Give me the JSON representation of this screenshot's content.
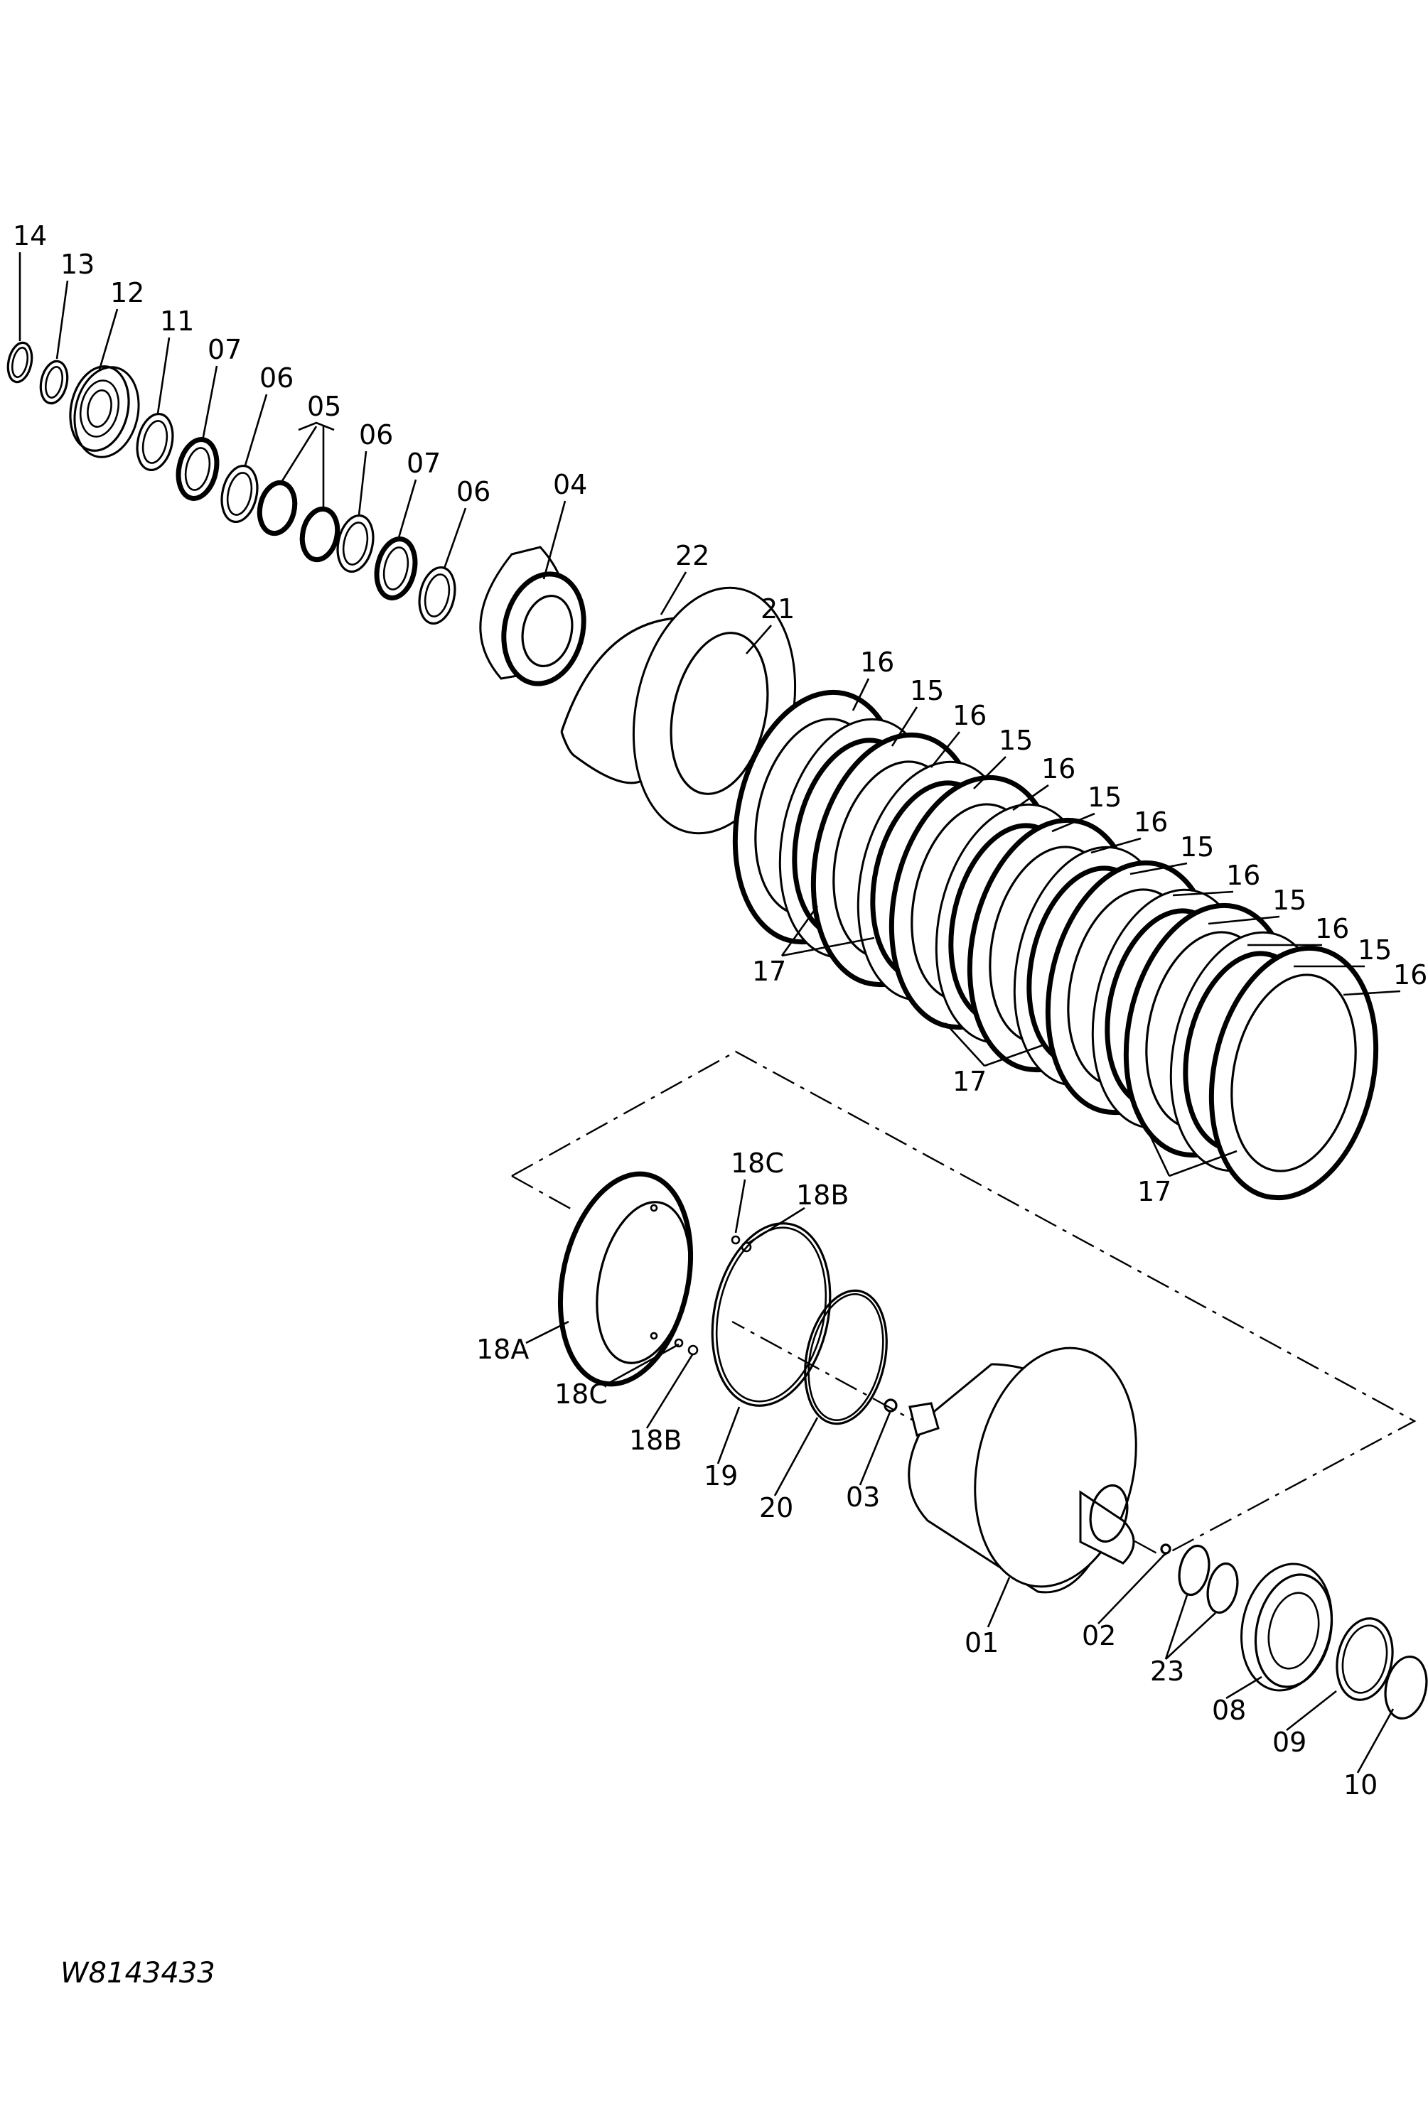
{
  "labels": {
    "p14": "14",
    "p13": "13",
    "p12": "12",
    "p11": "11",
    "p07a": "07",
    "p06a": "06",
    "p05": "05",
    "p06b": "06",
    "p07b": "07",
    "p06c": "06",
    "p04": "04",
    "p22": "22",
    "p21": "21",
    "p16a": "16",
    "p15a": "15",
    "p16b": "16",
    "p15b": "15",
    "p16c": "16",
    "p15c": "15",
    "p16d": "16",
    "p15d": "15",
    "p16e": "16",
    "p15e": "15",
    "p16f": "16",
    "p15f": "15",
    "p16g": "16",
    "p17a": "17",
    "p17b": "17",
    "p17c": "17",
    "p18c_top": "18C",
    "p18b_top": "18B",
    "p18a": "18A",
    "p18c_bot": "18C",
    "p18b_bot": "18B",
    "p19": "19",
    "p20": "20",
    "p03": "03",
    "p01": "01",
    "p02": "02",
    "p23": "23",
    "p08": "08",
    "p09": "09",
    "p10": "10"
  },
  "drawing_code": "W8143433"
}
